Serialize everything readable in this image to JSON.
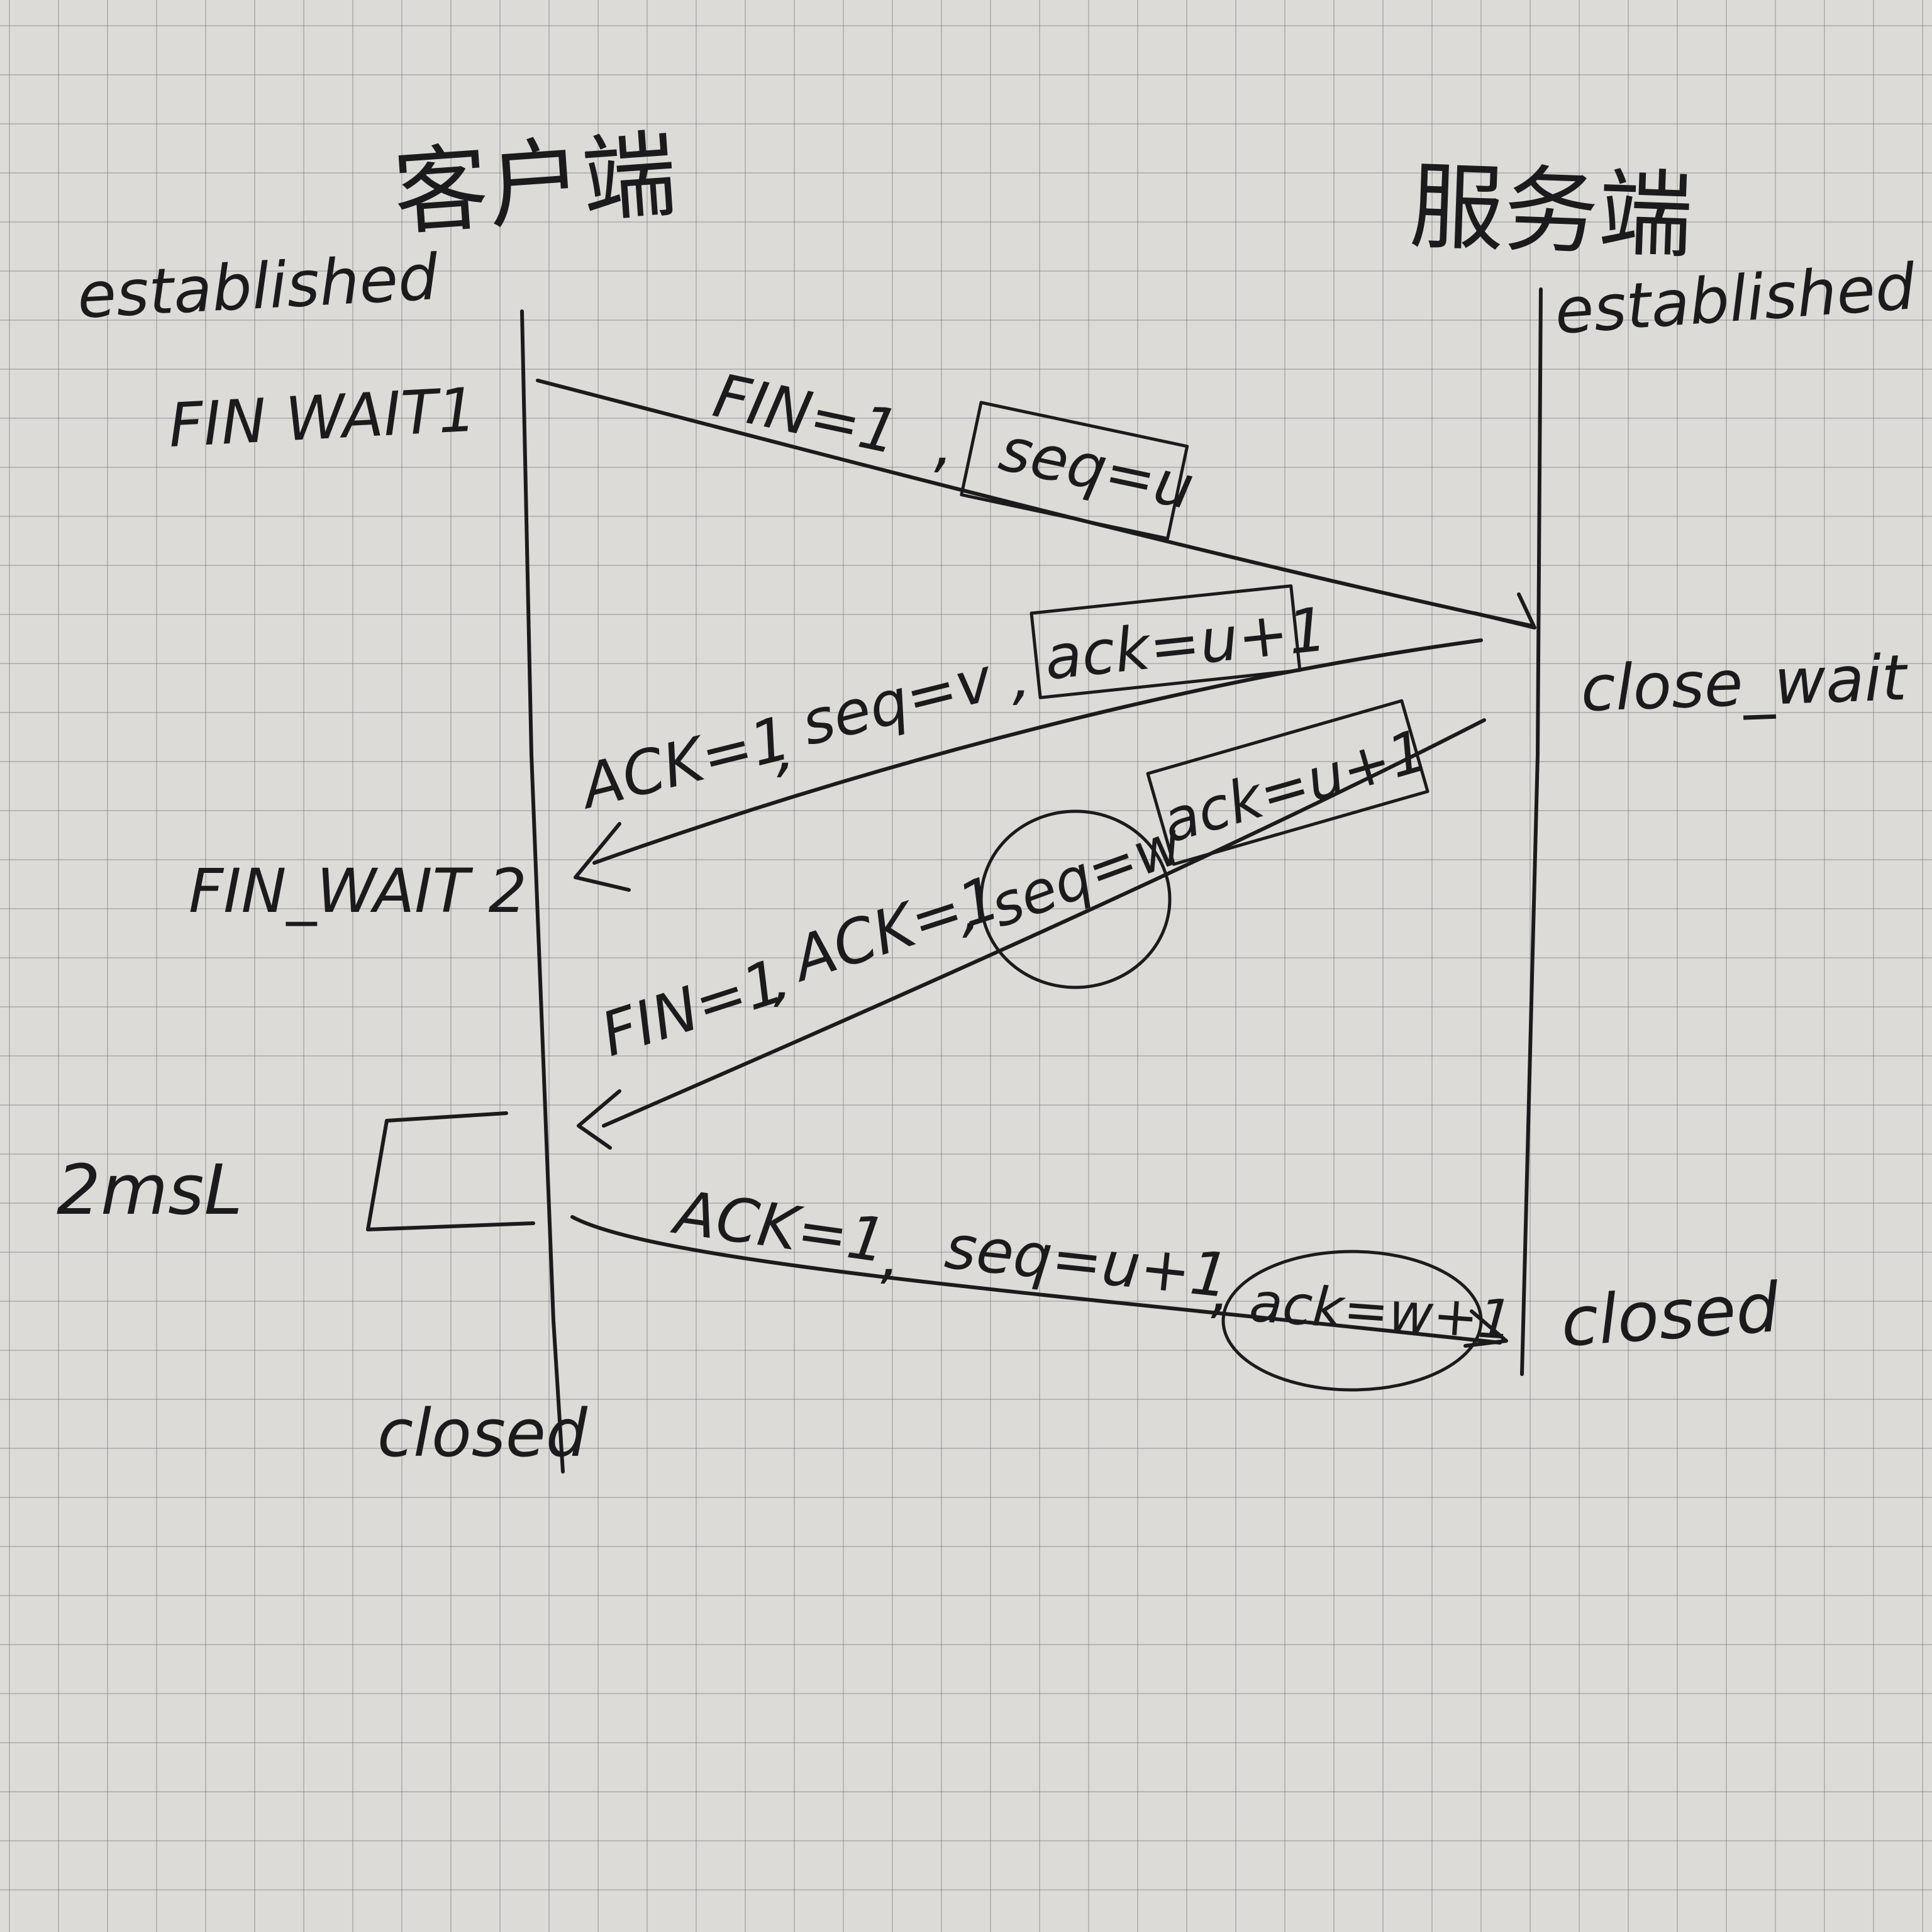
{
  "actors": {
    "client": "客户端",
    "server": "服务端"
  },
  "states": {
    "client_established": "established",
    "server_established": "established",
    "fin_wait_1": "FIN WAIT1",
    "fin_wait_2": "FIN_WAIT 2",
    "close_wait": "close_wait",
    "time_wait": "2msL",
    "client_closed": "closed",
    "server_closed": "closed"
  },
  "messages": {
    "m1": {
      "fields": [
        "FIN=1",
        "seq=u"
      ],
      "boxed": [
        "seq=u"
      ]
    },
    "m2": {
      "fields": [
        "ACK=1",
        "seq=v",
        "ack=u+1"
      ],
      "boxed": [
        "ack=u+1"
      ]
    },
    "m3": {
      "fields": [
        "FIN=1",
        "ACK=1",
        "seq=w",
        "ack=u+1"
      ],
      "boxed": [
        "ack=u+1"
      ],
      "circled": [
        "seq=w"
      ]
    },
    "m4": {
      "fields": [
        "ACK=1",
        "seq=u+1",
        "ack=w+1"
      ],
      "circled": [
        "ack=w+1"
      ]
    }
  },
  "separator": ",",
  "colors": {
    "paper": "#dcdbd7",
    "grid": "#7d7d82",
    "ink": "#1b1b1d"
  }
}
